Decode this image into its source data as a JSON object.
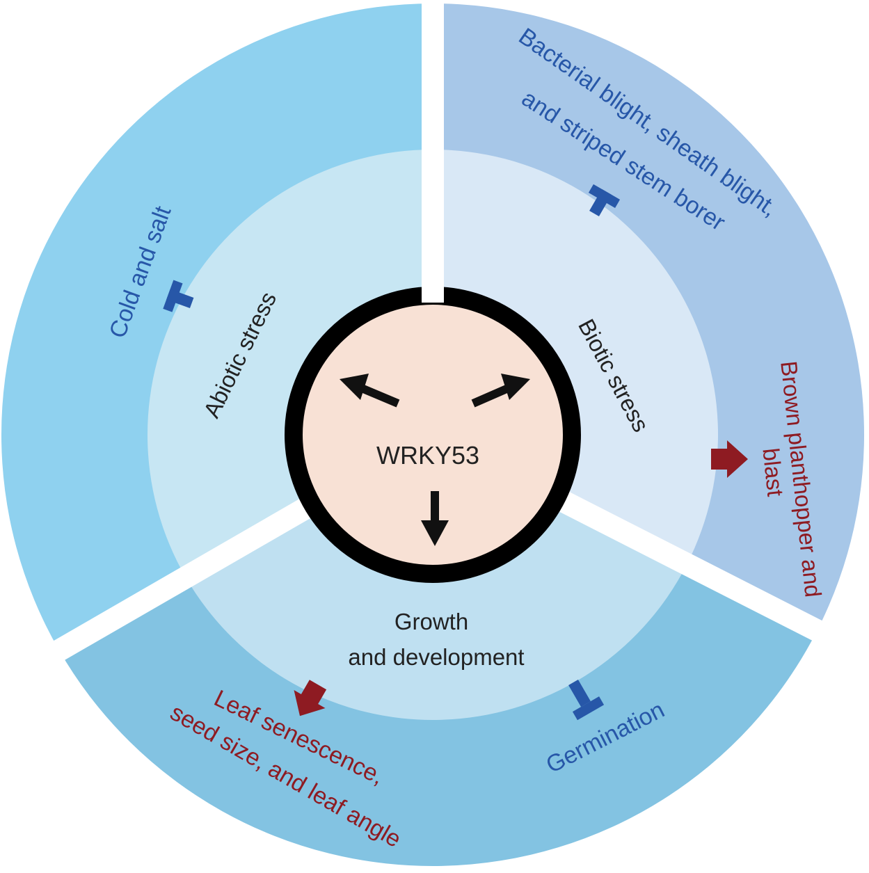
{
  "center": {
    "label": "WRKY53"
  },
  "sectors": {
    "abiotic": {
      "title": "Abiotic stress",
      "outer_label": "Cold and salt",
      "effect": "inhibit"
    },
    "biotic": {
      "title": "Biotic stress",
      "outer_label_1": "Bacterial blight, sheath blight,",
      "outer_label_2": "and striped stem borer",
      "effect_1": "inhibit",
      "red_label_1": "Brown planthopper and",
      "red_label_2": "blast",
      "effect_2": "promote"
    },
    "growth": {
      "title_1": "Growth",
      "title_2": "and development",
      "red_label_1": "Leaf senescence,",
      "red_label_2": "seed size, and leaf angle",
      "effect_1": "promote",
      "blue_label": "Germination",
      "effect_2": "inhibit"
    }
  },
  "colors": {
    "abiotic_outer": "#8fd1ef",
    "abiotic_inner": "#c7e6f3",
    "biotic_outer": "#a7c7e8",
    "biotic_inner": "#d9e8f6",
    "growth_outer": "#83c3e2",
    "growth_inner": "#bfe0f1",
    "center_fill": "#f8e1d5",
    "inhibit": "#2757a8",
    "promote": "#8e1b22"
  }
}
